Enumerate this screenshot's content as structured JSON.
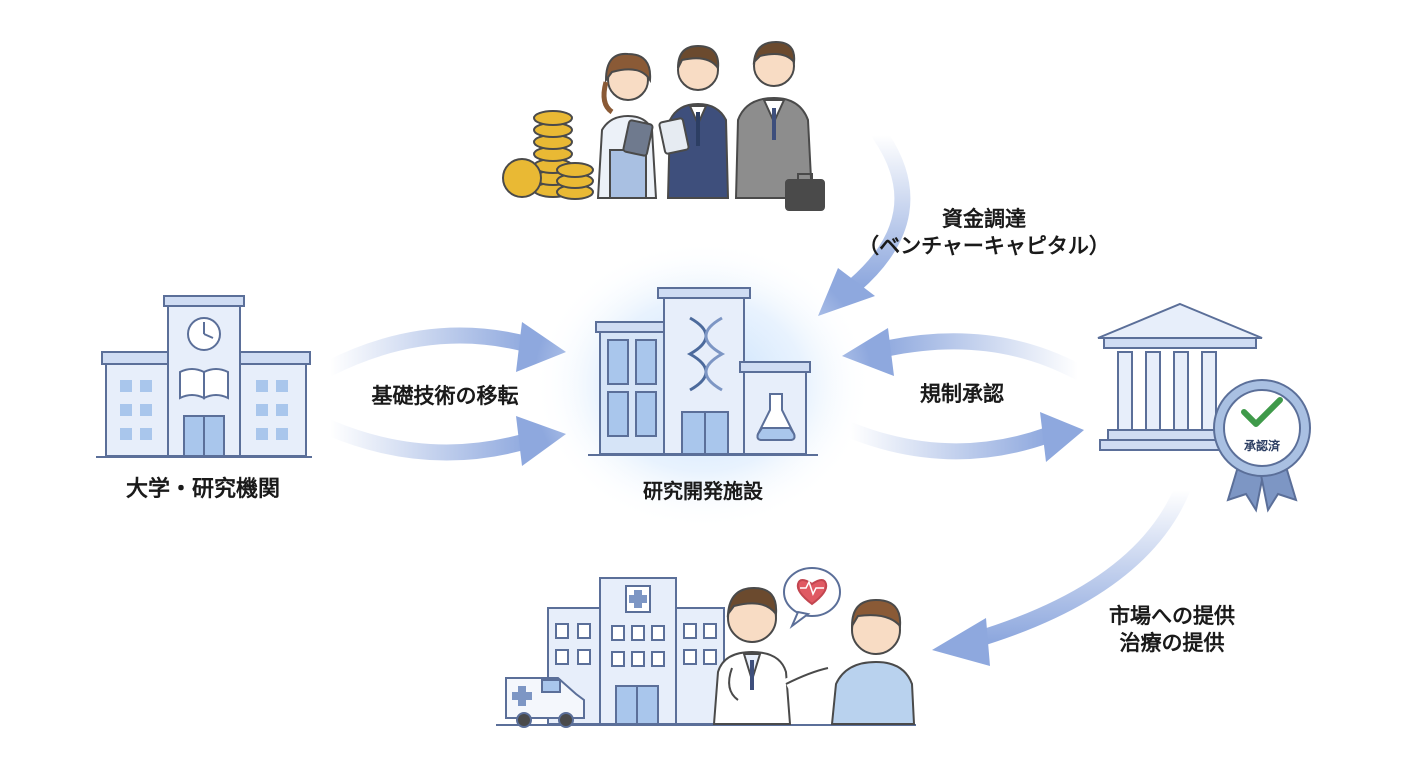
{
  "nodes": {
    "university": {
      "label": "大学・研究機関"
    },
    "rnd_facility": {
      "label": "研究開発施設"
    },
    "investors": {
      "label": ""
    },
    "regulator": {
      "label": "",
      "badge": "承認済"
    },
    "hospital": {
      "label": ""
    }
  },
  "edges": {
    "tech_transfer": {
      "label": "基礎技術の移転"
    },
    "funding": {
      "line1": "資金調達",
      "line2": "（ベンチャーキャピタル）"
    },
    "regulatory": {
      "label": "規制承認"
    },
    "market": {
      "line1": "市場への提供",
      "line2": "治療の提供"
    }
  },
  "colors": {
    "arrow": "#8ea8de",
    "building_fill": "#e7eefa",
    "building_stroke": "#5b6f99",
    "window": "#a9c6ec",
    "glow": "#bfdcfb",
    "coin": "#e9b934",
    "badge_check": "#3f9a4a"
  },
  "icons": [
    "clock-icon",
    "book-icon",
    "dna-icon",
    "flask-icon",
    "coin-icon",
    "briefcase-icon",
    "check-icon",
    "heart-icon",
    "cross-icon",
    "ambulance-icon",
    "tablet-icon"
  ]
}
